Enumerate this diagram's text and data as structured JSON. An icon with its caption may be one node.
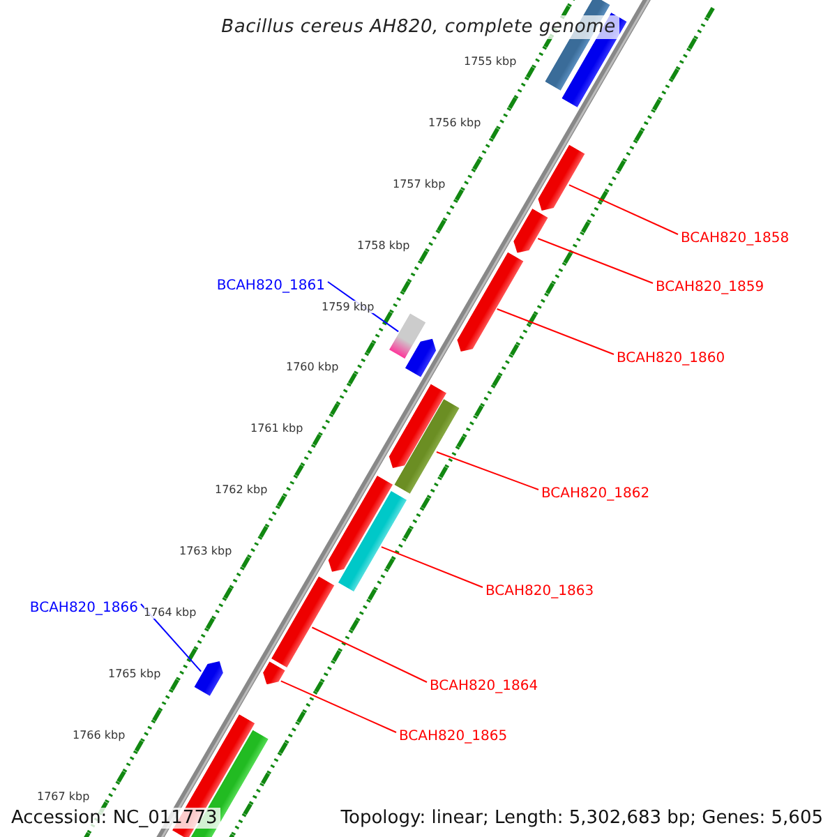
{
  "diagram": {
    "title": "Bacillus cereus AH820, complete genome",
    "nodes": [
      {
        "text": [],
        "shape": "bar"
      },
      {
        "text": [],
        "shape": "bar"
      },
      {
        "text": [],
        "shape": "bar"
      },
      {
        "text": [],
        "shape": "bar"
      },
      {
        "text": [],
        "shape": "bar"
      },
      {
        "text": [],
        "shape": "bar"
      },
      {
        "text": [],
        "shape": "bar"
      },
      {
        "text": [],
        "shape": "bar"
      },
      {
        "text": [],
        "shape": "bar"
      },
      {
        "text": [],
        "shape": "bar"
      },
      {
        "text": [],
        "shape": "bar"
      },
      {
        "text": [],
        "shape": "bar"
      },
      {
        "text": [],
        "shape": "bar"
      },
      {
        "text": [],
        "shape": "bar"
      },
      {
        "text": [],
        "shape": "bar"
      },
      {
        "text": [],
        "shape": "bar"
      },
      {
        "text": [
          "BCAH820_1858"
        ]
      },
      {
        "text": [
          "BCAH820_1859"
        ]
      },
      {
        "text": [
          "BCAH820_1860"
        ]
      },
      {
        "text": [
          "BCAH820_1861"
        ]
      },
      {
        "text": [
          "BCAH820_1862"
        ]
      },
      {
        "text": [
          "BCAH820_1863"
        ]
      },
      {
        "text": [
          "BCAH820_1864"
        ]
      },
      {
        "text": [
          "BCAH820_1865"
        ]
      },
      {
        "text": [
          "BCAH820_1866"
        ]
      }
    ],
    "edges": [
      {
        "from": 16,
        "to": 2,
        "arrow": "none"
      },
      {
        "from": 17,
        "to": 3,
        "arrow": "none"
      },
      {
        "from": 18,
        "to": 4,
        "arrow": "none"
      },
      {
        "from": 19,
        "to": 5,
        "arrow": "none",
        "color": "#0000ff"
      },
      {
        "from": 20,
        "to": 8,
        "arrow": "none"
      },
      {
        "from": 21,
        "to": 10,
        "arrow": "none"
      },
      {
        "from": 22,
        "to": 11,
        "arrow": "none"
      },
      {
        "from": 23,
        "to": 12,
        "arrow": "none"
      },
      {
        "from": 24,
        "to": 13,
        "arrow": "none",
        "color": "#0000ff"
      }
    ],
    "labels": [
      "1755 kbp",
      "1756 kbp",
      "1757 kbp",
      "1758 kbp",
      "1759 kbp",
      "1760 kbp",
      "1761 kbp",
      "1762 kbp",
      "1763 kbp",
      "1764 kbp",
      "1765 kbp",
      "1766 kbp",
      "1767 kbp",
      "Accession: NC_011773",
      "Topology: linear; Length: 5,302,683 bp; Genes: 5,605"
    ]
  }
}
